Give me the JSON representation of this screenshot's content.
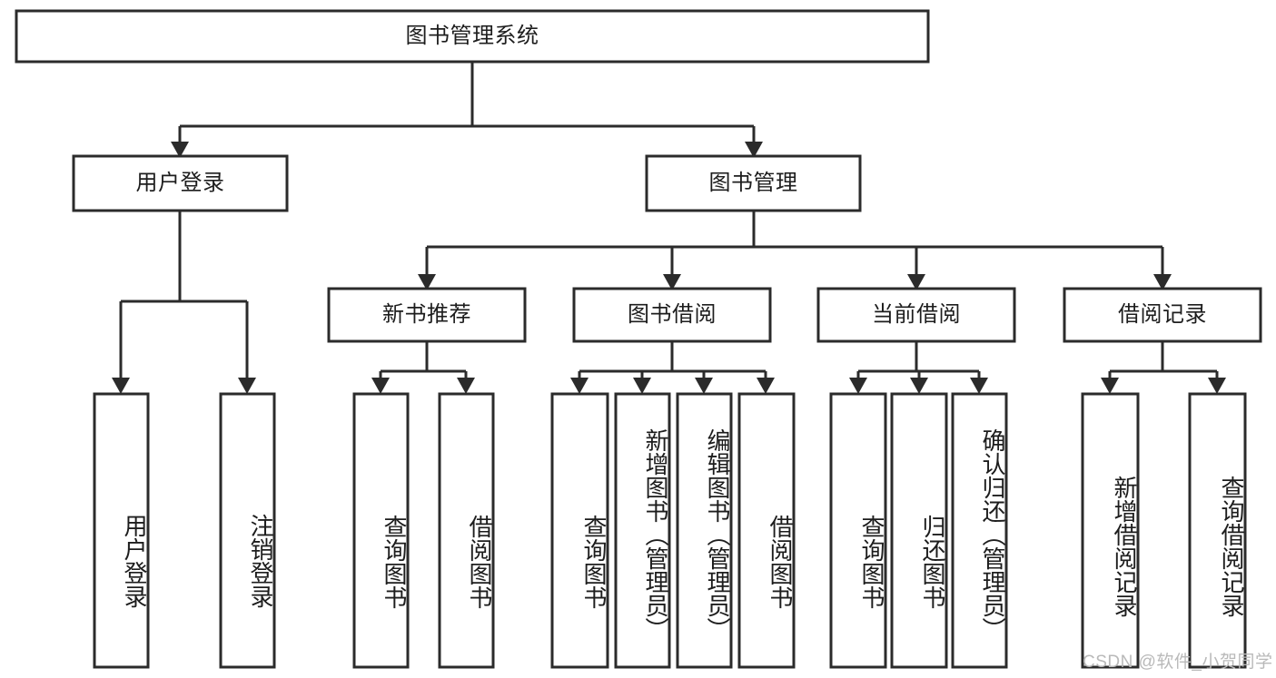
{
  "diagram": {
    "title": "图书管理系统",
    "type": "hierarchy-tree",
    "colors": {
      "stroke": "#2b2b2b",
      "fill": "#ffffff",
      "text": "#1d1d1d",
      "watermark": "#b9b9b9",
      "background": "#ffffff"
    },
    "levels": {
      "root": [
        "图书管理系统"
      ],
      "level2": [
        "用户登录",
        "图书管理"
      ],
      "level3": [
        "新书推荐",
        "图书借阅",
        "当前借阅",
        "借阅记录"
      ],
      "level4": [
        "用户登录",
        "注销登录",
        "查询图书",
        "借阅图书",
        "查询图书",
        "新增图书（管理员）",
        "编辑图书（管理员）",
        "借阅图书",
        "查询图书",
        "归还图书",
        "确认归还（管理员）",
        "新增借阅记录",
        "查询借阅记录"
      ]
    },
    "nodes": {
      "root": {
        "label": "图书管理系统"
      },
      "user_login": {
        "label": "用户登录"
      },
      "book_manage": {
        "label": "图书管理"
      },
      "new_book_rec": {
        "label": "新书推荐"
      },
      "book_borrow": {
        "label": "图书借阅"
      },
      "current_borrow": {
        "label": "当前借阅"
      },
      "borrow_record": {
        "label": "借阅记录"
      },
      "leaf_user_login": {
        "label": "用户登录"
      },
      "leaf_logout": {
        "label": "注销登录"
      },
      "leaf_query_book_a": {
        "label": "查询图书"
      },
      "leaf_borrow_book_a": {
        "label": "借阅图书"
      },
      "leaf_query_book_b": {
        "label": "查询图书"
      },
      "leaf_add_book_admin": {
        "label": "新增图书（管理员）"
      },
      "leaf_edit_book_admin": {
        "label": "编辑图书（管理员）"
      },
      "leaf_borrow_book_b": {
        "label": "借阅图书"
      },
      "leaf_query_book_c": {
        "label": "查询图书"
      },
      "leaf_return_book": {
        "label": "归还图书"
      },
      "leaf_confirm_return_admin": {
        "label": "确认归还（管理员）"
      },
      "leaf_add_borrow_record": {
        "label": "新增借阅记录"
      },
      "leaf_query_borrow_record": {
        "label": "查询借阅记录"
      }
    },
    "watermark": "CSDN @软件_小贺同学"
  }
}
